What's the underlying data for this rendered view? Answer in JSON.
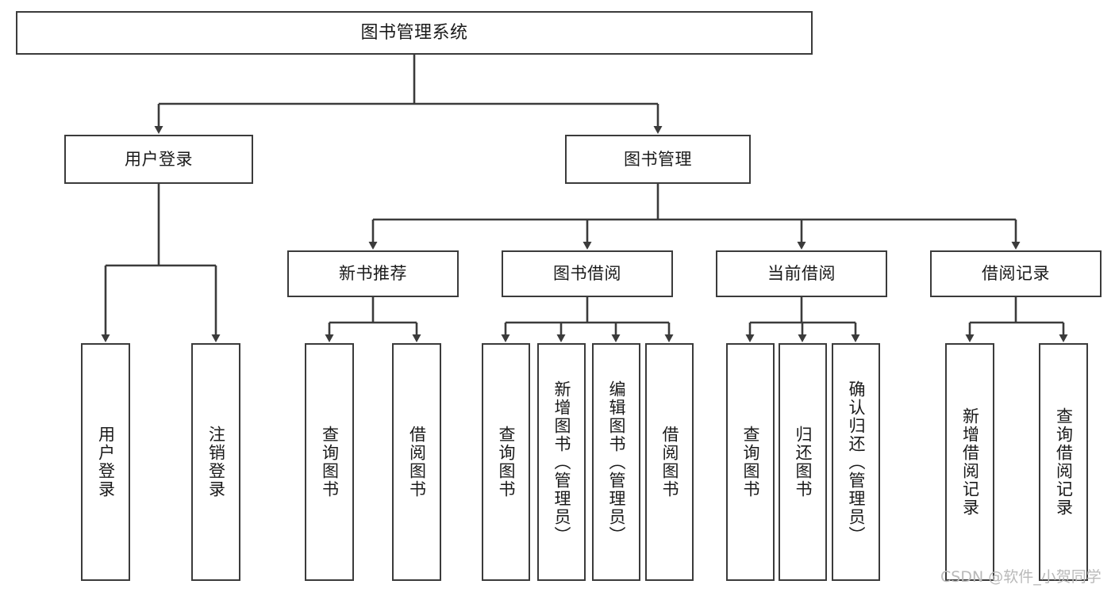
{
  "diagram": {
    "type": "tree",
    "title": "图书管理系统",
    "orientation": "top-down",
    "colors": {
      "box_border": "#3b3b3b",
      "box_fill": "#ffffff",
      "edge": "#3b3b3b",
      "text": "#1a1a1a",
      "watermark": "#b9b9b9",
      "background": "#ffffff"
    },
    "nodes": {
      "root": {
        "label": "图书管理系统",
        "level": 1
      },
      "level2": [
        {
          "id": "user_login",
          "label": "用户登录"
        },
        {
          "id": "book_manage",
          "label": "图书管理"
        }
      ],
      "level3": [
        {
          "id": "new_book_rec",
          "label": "新书推荐",
          "parent": "book_manage"
        },
        {
          "id": "book_borrow",
          "label": "图书借阅",
          "parent": "book_manage"
        },
        {
          "id": "current_borrow",
          "label": "当前借阅",
          "parent": "book_manage"
        },
        {
          "id": "borrow_record",
          "label": "借阅记录",
          "parent": "book_manage"
        }
      ],
      "leaves": [
        {
          "id": "leaf_user_login",
          "label": "用户登录",
          "parent": "user_login"
        },
        {
          "id": "leaf_user_logout",
          "label": "注销登录",
          "parent": "user_login"
        },
        {
          "id": "leaf_rec_query",
          "label": "查询图书",
          "parent": "new_book_rec"
        },
        {
          "id": "leaf_rec_borrow",
          "label": "借阅图书",
          "parent": "new_book_rec"
        },
        {
          "id": "leaf_bb_query",
          "label": "查询图书",
          "parent": "book_borrow"
        },
        {
          "id": "leaf_bb_add",
          "label": "新增图书（管理员）",
          "parent": "book_borrow"
        },
        {
          "id": "leaf_bb_edit",
          "label": "编辑图书（管理员）",
          "parent": "book_borrow"
        },
        {
          "id": "leaf_bb_borrow",
          "label": "借阅图书",
          "parent": "book_borrow"
        },
        {
          "id": "leaf_cb_query",
          "label": "查询图书",
          "parent": "current_borrow"
        },
        {
          "id": "leaf_cb_return",
          "label": "归还图书",
          "parent": "current_borrow"
        },
        {
          "id": "leaf_cb_confirm",
          "label": "确认归还（管理员）",
          "parent": "current_borrow"
        },
        {
          "id": "leaf_br_add",
          "label": "新增借阅记录",
          "parent": "borrow_record"
        },
        {
          "id": "leaf_br_query",
          "label": "查询借阅记录",
          "parent": "borrow_record"
        }
      ]
    }
  },
  "watermark": {
    "text": "CSDN @软件_小贺同学"
  }
}
